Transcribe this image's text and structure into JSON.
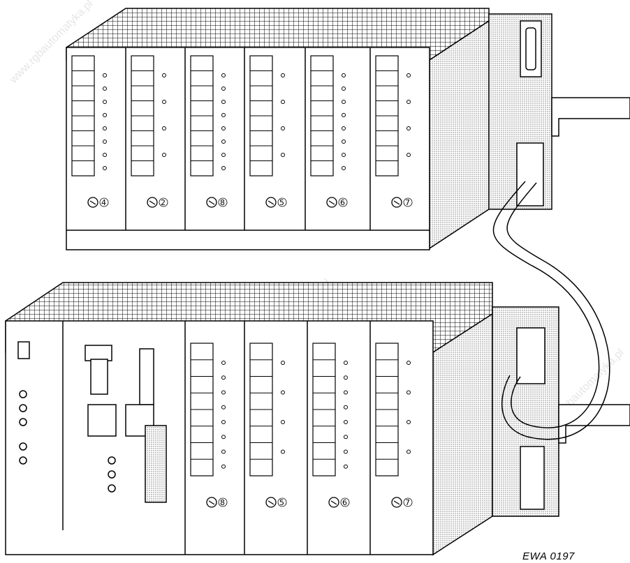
{
  "figure_label": "EWA 0197",
  "watermark": "www.rgbautomatyka.pl",
  "upper_rack": {
    "modules": [
      {
        "number": "4",
        "type": "8-led"
      },
      {
        "number": "2",
        "type": "4-led"
      },
      {
        "number": "8",
        "type": "8-led"
      },
      {
        "number": "5",
        "type": "4-led"
      },
      {
        "number": "6",
        "type": "8-led"
      },
      {
        "number": "7",
        "type": "4-led"
      }
    ]
  },
  "lower_rack": {
    "modules": [
      {
        "number": "8",
        "type": "8-led"
      },
      {
        "number": "5",
        "type": "4-led"
      },
      {
        "number": "6",
        "type": "8-led"
      },
      {
        "number": "7",
        "type": "4-led"
      }
    ]
  },
  "colors": {
    "line": "#000000",
    "hatch": "#c8c8c8",
    "face": "#ffffff"
  }
}
